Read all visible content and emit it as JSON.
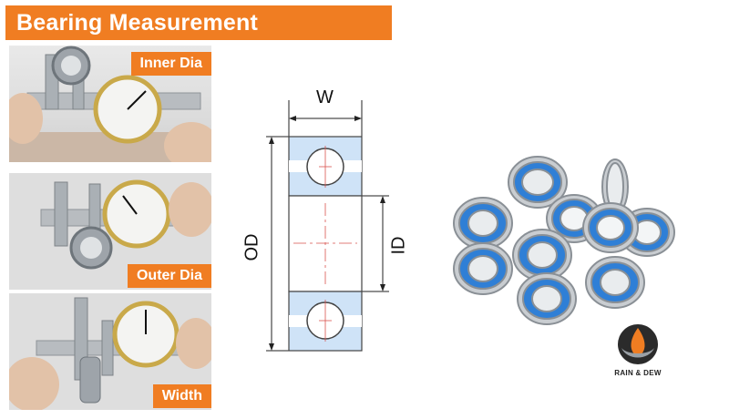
{
  "banner": {
    "title": "Bearing Measurement Demonstrate"
  },
  "photos": [
    {
      "label": "Inner Dia"
    },
    {
      "label": "Outer Dia"
    },
    {
      "label": "Width"
    }
  ],
  "diagram": {
    "width_label": "W",
    "od_label": "OD",
    "id_label": "ID"
  },
  "brand": {
    "name": "RAIN & DEW"
  },
  "colors": {
    "accent": "#f07d22",
    "bearing_blue": "#2f7fd6",
    "race_fill": "#cfe3f7"
  }
}
